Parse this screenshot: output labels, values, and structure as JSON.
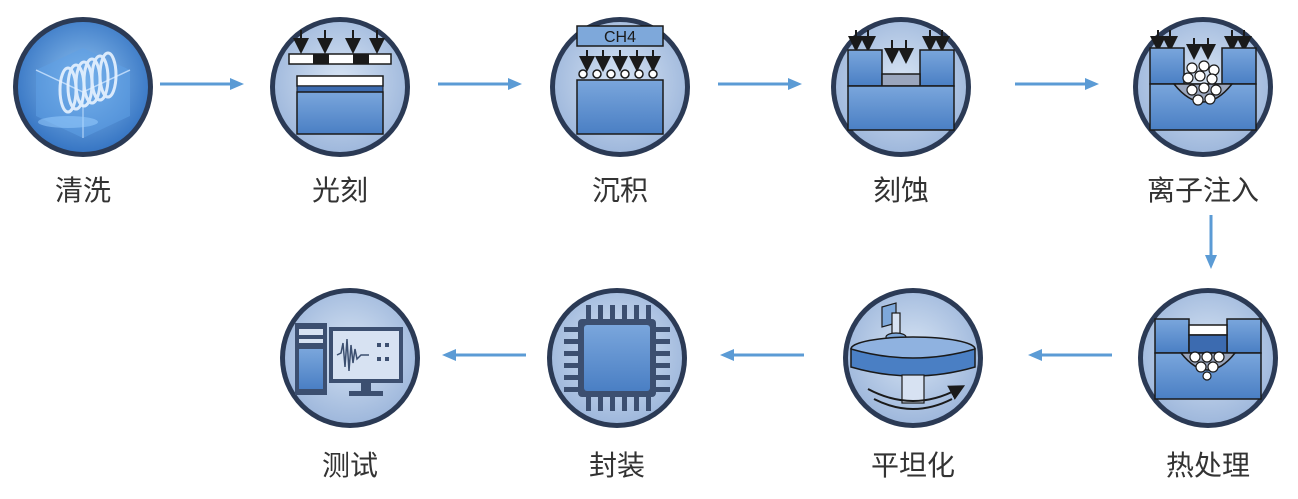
{
  "steps": [
    {
      "label": "清洗",
      "icon": "wafer-cleaning-icon"
    },
    {
      "label": "光刻",
      "icon": "photolithography-icon"
    },
    {
      "label": "沉积",
      "icon": "deposition-icon",
      "text": "CH4"
    },
    {
      "label": "刻蚀",
      "icon": "etching-icon"
    },
    {
      "label": "离子注入",
      "icon": "ion-implantation-icon"
    },
    {
      "label": "热处理",
      "icon": "heat-treatment-icon"
    },
    {
      "label": "平坦化",
      "icon": "planarization-icon"
    },
    {
      "label": "封装",
      "icon": "packaging-chip-icon"
    },
    {
      "label": "测试",
      "icon": "testing-computer-icon"
    }
  ],
  "colors": {
    "arrow": "#5b9bd5",
    "circle_fill": "#b9cde8",
    "circle_ring": "#3d4f6e",
    "block_fill": "#5a8fd0",
    "block_dark": "#3c6bb0",
    "text": "#333333"
  }
}
